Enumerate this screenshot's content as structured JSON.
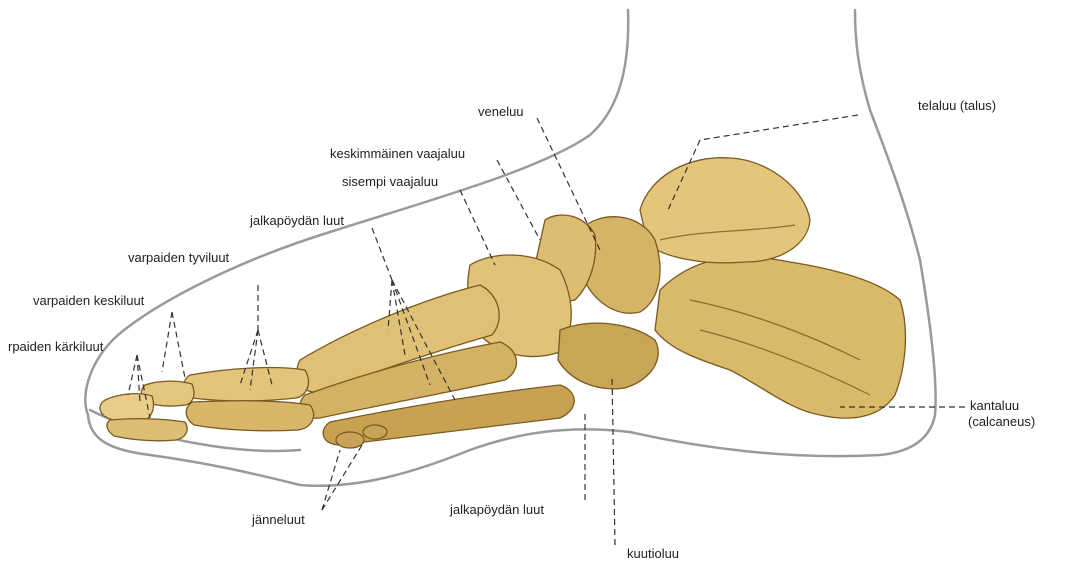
{
  "labels": {
    "veneluu": "veneluu",
    "telaluu": "telaluu (talus)",
    "keskimmainen_vaajaluu": "keskimmäinen vaajaluu",
    "sisempi_vaajaluu": "sisempi vaajaluu",
    "jalkapoydan_luut_top": "jalkapöydän luut",
    "varpaiden_tyviluut": "varpaiden tyviluut",
    "varpaiden_keskiluut": "varpaiden keskiluut",
    "varpaiden_karkiluut": "rpaiden kärkiluut",
    "kantaluu_line1": "kantaluu",
    "kantaluu_line2": "(calcaneus)",
    "janneluut": "jänneluut",
    "jalkapoydan_luut_bottom": "jalkapöydän luut",
    "kuutioluu": "kuutioluu"
  },
  "colors": {
    "bone_fill": "#d9b96a",
    "bone_light": "#ecd596",
    "bone_shadow": "#a9823a",
    "skin_outline": "#9a9a9a",
    "leader_line": "#333333",
    "label_text": "#222222"
  }
}
